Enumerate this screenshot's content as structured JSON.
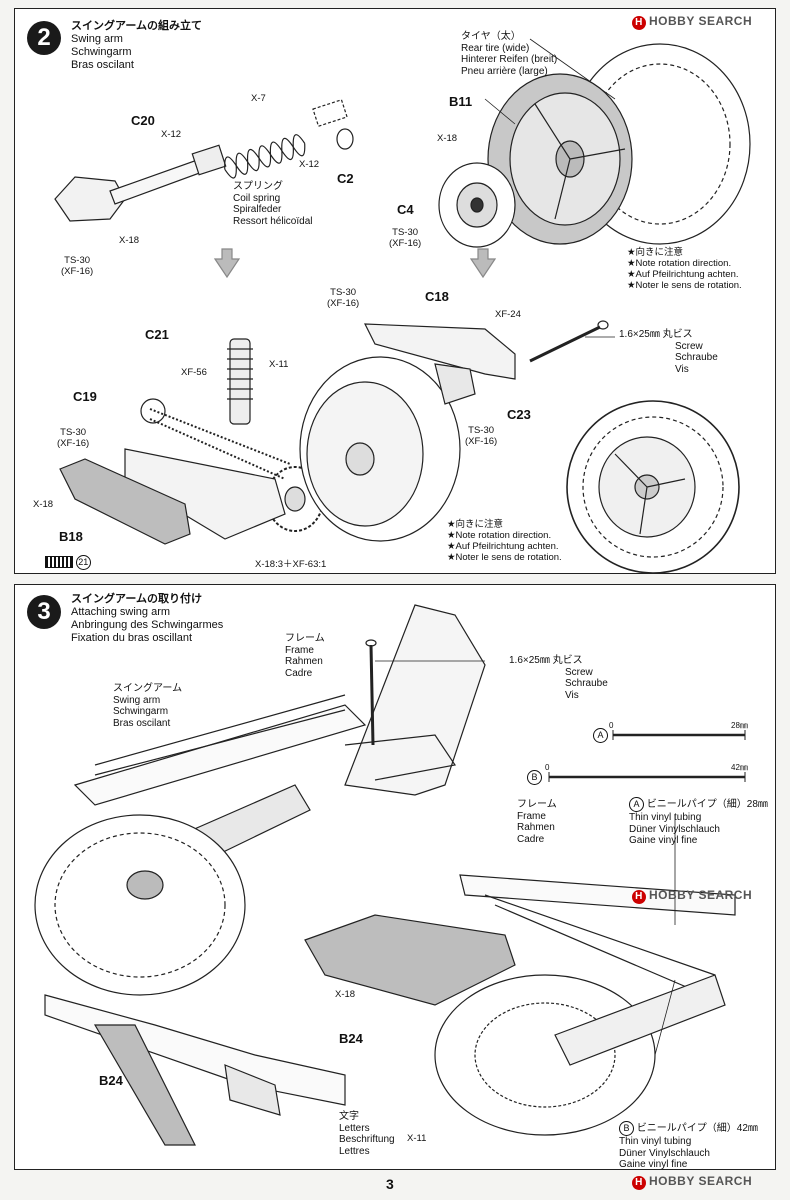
{
  "step2": {
    "number": "2",
    "title_jp": "スイングアームの組み立て",
    "title_en": "Swing arm",
    "title_de": "Schwingarm",
    "title_fr": "Bras oscilant",
    "parts": {
      "c20": "C20",
      "c2": "C2",
      "b11": "B11",
      "c4": "C4",
      "c18": "C18",
      "c21": "C21",
      "c19": "C19",
      "b18": "B18",
      "c23": "C23"
    },
    "paints": {
      "x7": "X-7",
      "x12a": "X-12",
      "x12b": "X-12",
      "x18a": "X-18",
      "x18b": "X-18",
      "x18c": "X-18",
      "ts30a_1": "TS-30",
      "ts30a_2": "(XF-16)",
      "ts30b_1": "TS-30",
      "ts30b_2": "(XF-16)",
      "ts30c_1": "TS-30",
      "ts30c_2": "(XF-16)",
      "ts30d_1": "TS-30",
      "ts30d_2": "(XF-16)",
      "ts30e_1": "TS-30",
      "ts30e_2": "(XF-16)",
      "xf24": "XF-24",
      "xf56": "XF-56",
      "x11": "X-11",
      "mix": "X-18:3＋XF-63:1"
    },
    "spring": {
      "jp": "スプリング",
      "en": "Coil spring",
      "de": "Spiralfeder",
      "fr": "Ressort hélicoïdal"
    },
    "tire": {
      "jp": "タイヤ（太）",
      "en": "Rear tire (wide)",
      "de": "Hinterer Reifen (breit)",
      "fr": "Pneu arrière (large)"
    },
    "rotation_note_1": {
      "jp": "★向きに注意",
      "en": "★Note rotation direction.",
      "de": "★Auf Pfeilrichtung achten.",
      "fr": "★Noter le sens de rotation."
    },
    "rotation_note_2": {
      "jp": "★向きに注意",
      "en": "★Note rotation direction.",
      "de": "★Auf Pfeilrichtung achten.",
      "fr": "★Noter le sens de rotation."
    },
    "screw": {
      "size": "1.6×25㎜ 丸ビス",
      "en": "Screw",
      "de": "Schraube",
      "fr": "Vis"
    },
    "ref_page": "21"
  },
  "step3": {
    "number": "3",
    "title_jp": "スイングアームの取り付け",
    "title_en": "Attaching swing arm",
    "title_de": "Anbringung des Schwingarmes",
    "title_fr": "Fixation du bras oscillant",
    "frame_1": {
      "jp": "フレーム",
      "en": "Frame",
      "de": "Rahmen",
      "fr": "Cadre"
    },
    "frame_2": {
      "jp": "フレーム",
      "en": "Frame",
      "de": "Rahmen",
      "fr": "Cadre"
    },
    "swing_arm": {
      "jp": "スイングアーム",
      "en": "Swing arm",
      "de": "Schwingarm",
      "fr": "Bras oscilant"
    },
    "screw": {
      "size": "1.6×25㎜ 丸ビス",
      "en": "Screw",
      "de": "Schraube",
      "fr": "Vis"
    },
    "scale_a": {
      "letter": "A",
      "zero": "0",
      "end": "28㎜"
    },
    "scale_b": {
      "letter": "B",
      "zero": "0",
      "end": "42㎜"
    },
    "tube_a": {
      "jp": "ビニールパイプ（細）28㎜",
      "en": "Thin vinyl tubing",
      "de": "Düner Vinylschlauch",
      "fr": "Gaine vinyl fine",
      "letter": "A"
    },
    "tube_b": {
      "jp": "ビニールパイプ（細）42㎜",
      "en": "Thin vinyl tubing",
      "de": "Düner Vinylschlauch",
      "fr": "Gaine vinyl fine",
      "letter": "B"
    },
    "letters": {
      "jp": "文字",
      "en": "Letters",
      "de": "Beschriftung",
      "fr": "Lettres"
    },
    "paints": {
      "x18": "X-18",
      "x11": "X-11"
    },
    "parts": {
      "b24a": "B24",
      "b24b": "B24"
    }
  },
  "page_number": "3",
  "watermark": "HOBBY SEARCH"
}
